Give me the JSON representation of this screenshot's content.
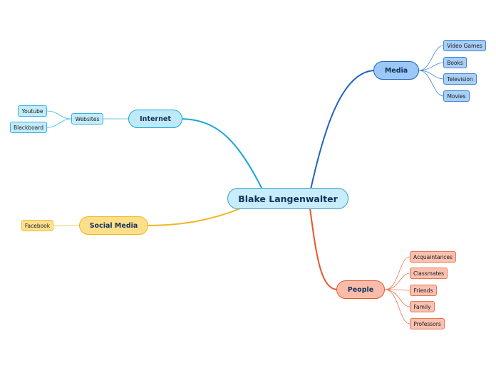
{
  "central": {
    "label": "Blake Langenwalter"
  },
  "branches": {
    "media": {
      "label": "Media",
      "color": "#1f62c4",
      "children": [
        "Video Games",
        "Books",
        "Television",
        "Movies"
      ]
    },
    "internet": {
      "label": "Internet",
      "color": "#1aa6d8",
      "sub": {
        "label": "Websites",
        "children": [
          "Youtube",
          "Blackboard"
        ]
      }
    },
    "social": {
      "label": "Social Media",
      "color": "#f3b51c",
      "children": [
        "Facebook"
      ]
    },
    "people": {
      "label": "People",
      "color": "#e4582a",
      "children": [
        "Acquaintances",
        "Classmates",
        "Friends",
        "Family",
        "Professors"
      ]
    }
  }
}
